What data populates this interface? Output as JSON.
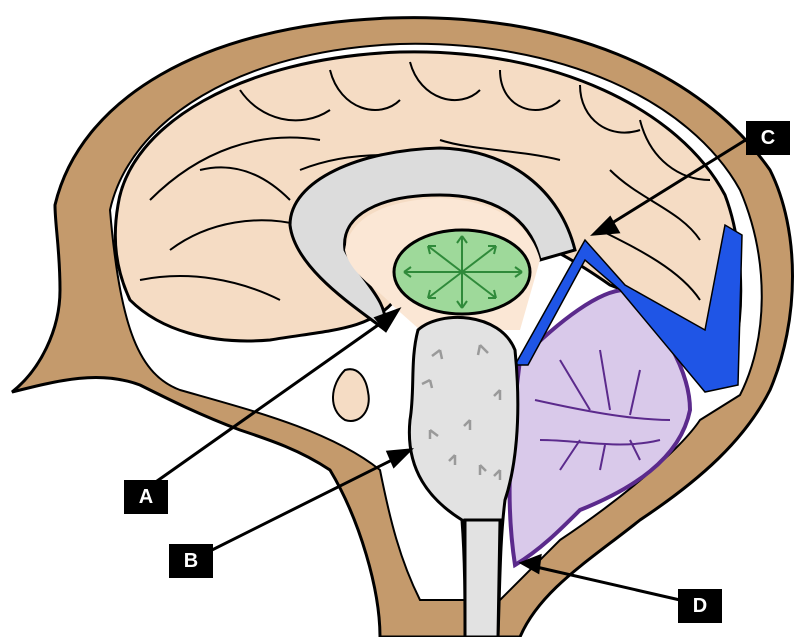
{
  "labels": {
    "a": "A",
    "b": "B",
    "c": "C",
    "d": "D"
  },
  "colors": {
    "skull": "#c49a6c",
    "brain": "#f5dcc4",
    "midbrain": "#fbe7d5",
    "corpus_callosum": "#dcdcdc",
    "thalamus": "#9ed99a",
    "thalamus_arrows": "#2f8a3a",
    "brainstem": "#e2e2e2",
    "brainstem_arrows": "#9a9a9a",
    "cerebellum": "#d9c9ea",
    "cerebellum_outline": "#5b2a8c",
    "ventricle": "#1f55e6",
    "outline": "#000000",
    "label_bg": "#000000",
    "label_text": "#ffffff"
  }
}
